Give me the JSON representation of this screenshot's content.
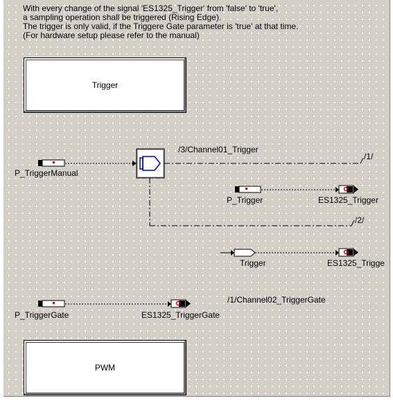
{
  "comment": {
    "lines": [
      "With every change of the signal 'ES1325_Trigger' from 'false' to 'true',",
      "a sampling operation shall be triggered (Rising Edge).",
      "The trigger is only valid, if the Triggere Gate parameter is 'true' at that time.",
      "(For hardware setup please refer to the manual)"
    ]
  },
  "blocks": {
    "trigger_block": "Trigger",
    "pwm_block": "PWM"
  },
  "if_block": {
    "label": "IF"
  },
  "labels": {
    "p_trigger_manual": "P_TriggerManual",
    "channel01_trigger": "/3/Channel01_Trigger",
    "seq1": "/1/",
    "p_trigger": "P_Trigger",
    "es1325_trigger_1": "ES1325_Trigger",
    "seq2": "/2/",
    "trigger_in": "Trigger",
    "es1325_trigger_2": "ES1325_Trigge",
    "channel02_triggergate": "/1/Channel02_TriggerGate",
    "p_triggergate": "P_TriggerGate",
    "es1325_triggergate": "ES1325_TriggerGate"
  },
  "colors": {
    "background": "#d4d0c8",
    "if_blue": "#0000c0",
    "marker_red": "#e00000",
    "line": "#000000"
  }
}
